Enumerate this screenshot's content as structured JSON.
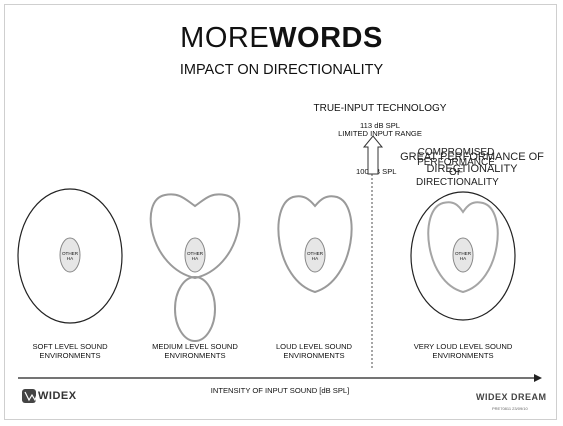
{
  "title": {
    "prefix": "MORE",
    "bold": "WORDS"
  },
  "subtitle": "IMPACT ON DIRECTIONALITY",
  "true_input": {
    "heading": "TRUE-INPUT TECHNOLOGY",
    "spl_113": "113 dB SPL",
    "limited": "LIMITED INPUT RANGE",
    "spl_100": "100 dB SPL"
  },
  "overlap_texts": {
    "compromised": "COMPROMISED PERFORMANCE OF DIRECTIONALITY",
    "great": "GREAT PERFORMANCE OF DIRECTIONALITY"
  },
  "environments": [
    {
      "line1": "SOFT LEVEL SOUND",
      "line2": "ENVIRONMENTS",
      "ha": "OTHER HA"
    },
    {
      "line1": "MEDIUM LEVEL SOUND",
      "line2": "ENVIRONMENTS",
      "ha": "OTHER HA"
    },
    {
      "line1": "LOUD LEVEL SOUND",
      "line2": "ENVIRONMENTS",
      "ha": "OTHER HA"
    },
    {
      "line1": "VERY LOUD LEVEL SOUND",
      "line2": "ENVIRONMENTS",
      "ha": "OTHER HA"
    }
  ],
  "x_axis_label": "INTENSITY OF INPUT SOUND [dB SPL]",
  "logo_left": "WIDEX",
  "logo_right": "WIDEX DREAM",
  "logo_right_small": "PRE70811 23/09/10"
}
